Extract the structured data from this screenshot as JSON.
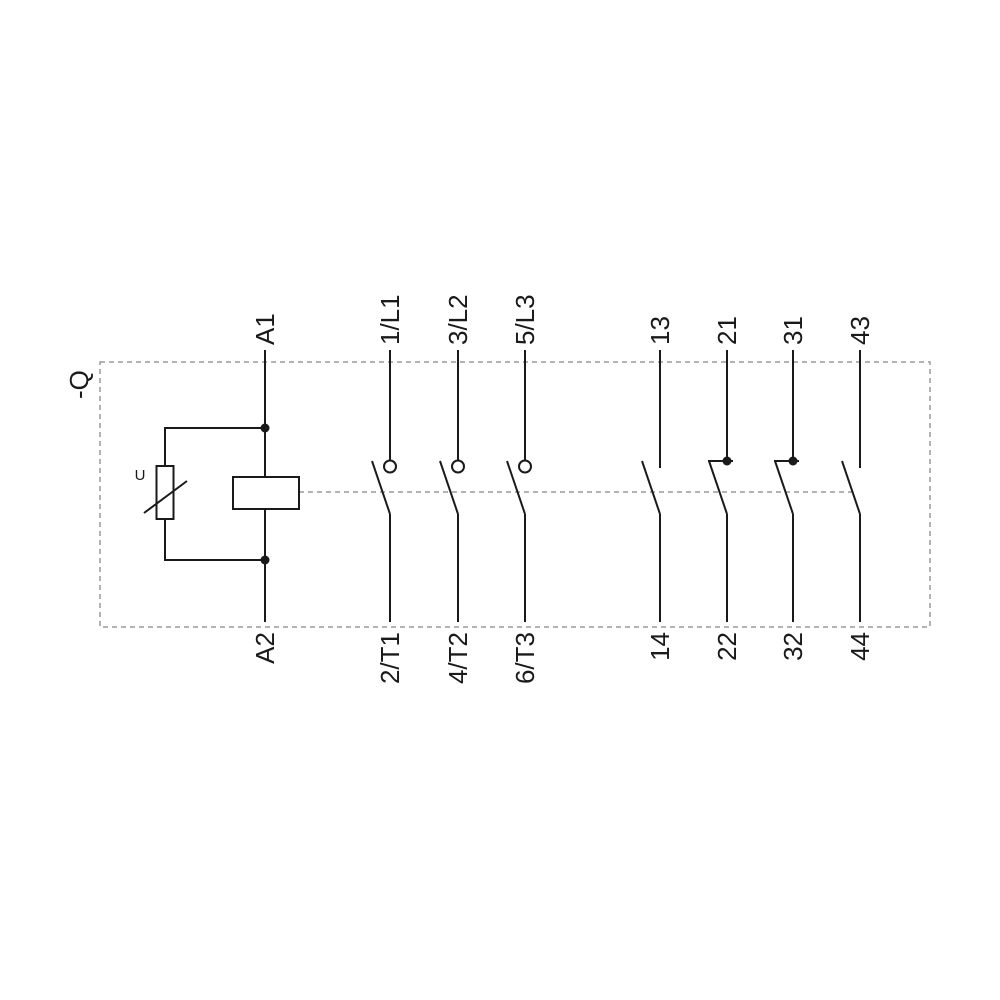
{
  "diagram": {
    "reference_label": "-Q",
    "varistor": {
      "label": "U"
    },
    "coil": {
      "terminal_top": "A1",
      "terminal_bottom": "A2"
    },
    "main_contacts": [
      {
        "terminal_top": "1/L1",
        "terminal_bottom": "2/T1"
      },
      {
        "terminal_top": "3/L2",
        "terminal_bottom": "4/T2"
      },
      {
        "terminal_top": "5/L3",
        "terminal_bottom": "6/T3"
      }
    ],
    "aux_contacts": [
      {
        "terminal_top": "13",
        "terminal_bottom": "14",
        "type": "NO"
      },
      {
        "terminal_top": "21",
        "terminal_bottom": "22",
        "type": "NC"
      },
      {
        "terminal_top": "31",
        "terminal_bottom": "32",
        "type": "NC"
      },
      {
        "terminal_top": "43",
        "terminal_bottom": "44",
        "type": "NO"
      }
    ],
    "colors": {
      "line": "#1a1a1a",
      "dashed": "#9a9a9a",
      "background": "#ffffff"
    }
  }
}
